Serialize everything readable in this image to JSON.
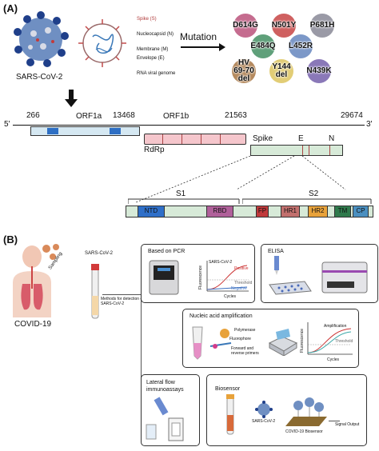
{
  "panel_a": {
    "label": "(A)",
    "virus_name": "SARS-CoV-2",
    "structure_labels": [
      "Spike (S)",
      "Nucleocapsid (N)",
      "Membrane (M)",
      "Envelope (E)",
      "RNA viral genome"
    ],
    "mutation_title": "Mutation",
    "mutations": [
      "D614G",
      "N501Y",
      "P681H",
      "E484Q",
      "L452R",
      "HV 69-70 del",
      "Y144 del",
      "N439K"
    ],
    "genome": {
      "five_prime": "5'",
      "three_prime": "3'",
      "positions": [
        "266",
        "13468",
        "21563",
        "29674"
      ],
      "orf1a": "ORF1a",
      "orf1b": "ORF1b",
      "rdrp": "RdRp",
      "spike": "Spike",
      "e": "E",
      "n": "N"
    },
    "spike_domains": {
      "s1": "S1",
      "s2": "S2",
      "domains": [
        "NTD",
        "RBD",
        "FP",
        "HR1",
        "HR2",
        "TM",
        "CP"
      ]
    }
  },
  "panel_b": {
    "label": "(B)",
    "patient": "COVID-19",
    "sampling": "Sampling",
    "sample_virus": "SARS-CoV-2",
    "methods": "Methods for detection of SARS-CoV-2",
    "pcr": {
      "title": "Based on PCR",
      "legend": [
        "SARS-CoV-2",
        "Positive",
        "Threshold",
        "Negative"
      ],
      "ylabel": "Fluorescence",
      "xlabel": "Cycles"
    },
    "elisa": {
      "title": "ELISA"
    },
    "naa": {
      "title": "Nucleic acid amplification",
      "labels": [
        "Polymerase",
        "Fluorophore",
        "Forward and reverse primers"
      ],
      "chart_labels": [
        "Amplification",
        "Threshold"
      ],
      "ylabel": "Fluorescence",
      "xlabel": "Cycles"
    },
    "lfa": {
      "title": "Lateral flow immunoassays"
    },
    "biosensor": {
      "title": "Biosensor",
      "virus": "SARS-CoV-2",
      "sensor": "COVID-19 Biosensor",
      "output": "Signal Output"
    }
  },
  "colors": {
    "blue_domain": "#2e6fc4",
    "rdrp_fill": "#f5c6cc",
    "orf_fill": "#d5e8f2",
    "spike_fill": "#d7ead8",
    "ntd": "#2f6fc8",
    "rbd": "#b0609a",
    "fp": "#c0393b",
    "hr1": "#c2706e",
    "hr2": "#e8a23a",
    "tm": "#2f7a4c",
    "cp": "#4a8fc0"
  }
}
